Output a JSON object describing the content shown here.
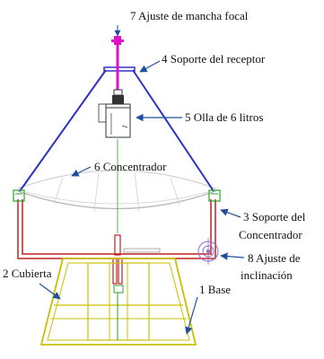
{
  "labels": {
    "l7": "7 Ajuste de mancha focal",
    "l4": "4 Soporte del receptor",
    "l5": "5 Olla de 6 litros",
    "l6": "6 Concentrador",
    "l3a": "3 Soporte del",
    "l3b": "Concentrador",
    "l8a": "8 Ajuste de",
    "l8b": "inclinación",
    "l2": "2 Cubierta",
    "l1": "1 Base"
  },
  "colors": {
    "arrow": "#1f4e9c",
    "support_blue": "#3030c8",
    "focal_magenta": "#e010c8",
    "frame_red": "#c02020",
    "base_yellow": "#c8c000",
    "green": "#2aa02a",
    "gray": "#b8b8b8",
    "pot": "#333333"
  }
}
